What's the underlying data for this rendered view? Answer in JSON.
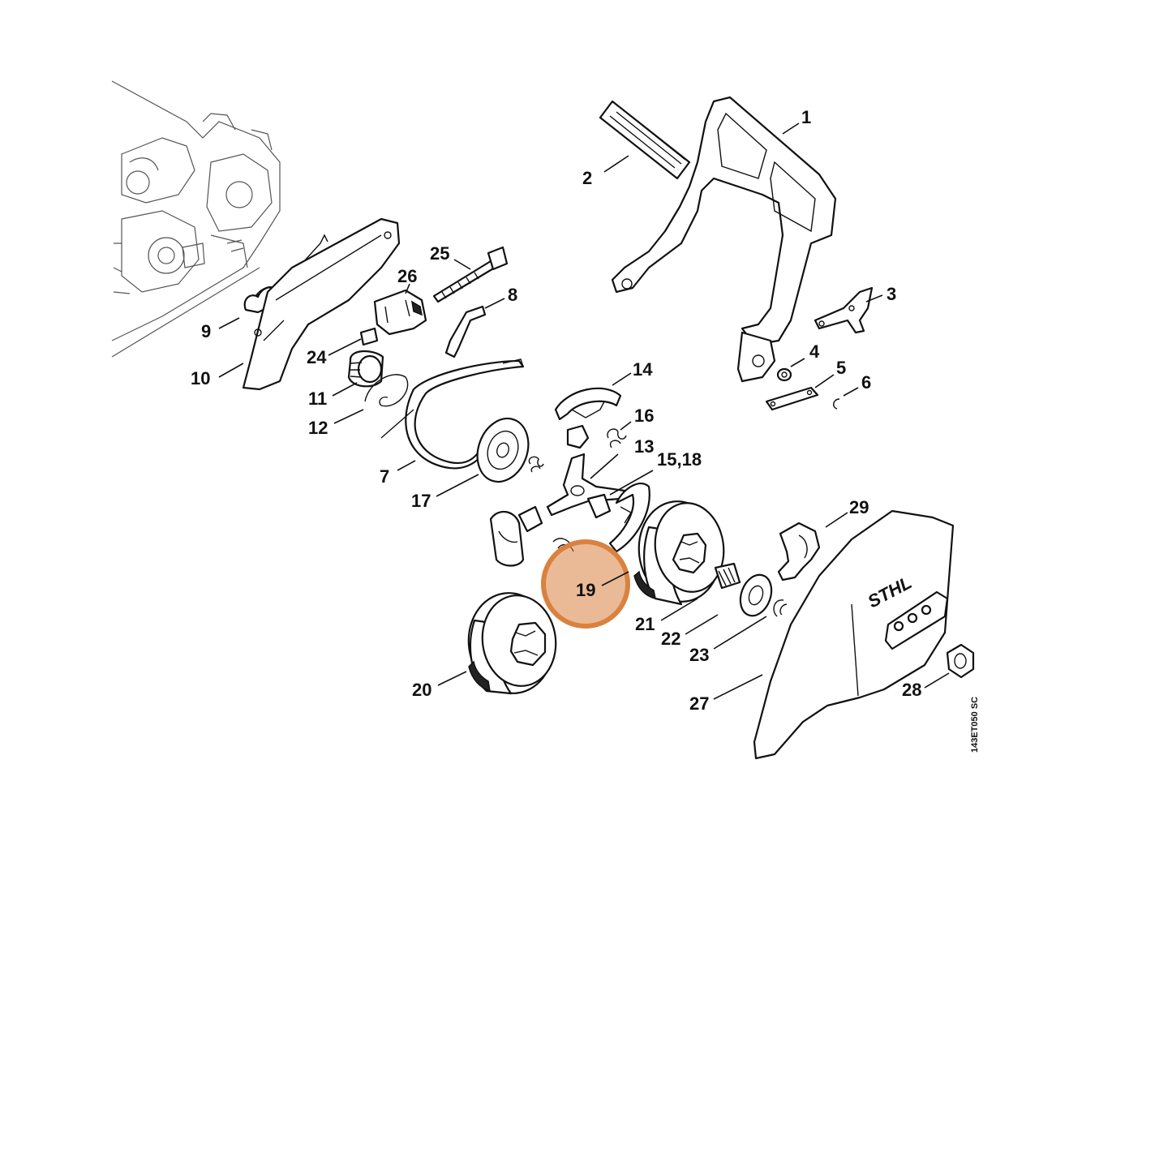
{
  "diagram": {
    "document_code": "143ET050 SC",
    "brand": "STHL",
    "highlight": {
      "label": "19",
      "color": "#d9823f"
    },
    "callouts": [
      {
        "id": "1",
        "label": "1"
      },
      {
        "id": "2",
        "label": "2"
      },
      {
        "id": "3",
        "label": "3"
      },
      {
        "id": "4",
        "label": "4"
      },
      {
        "id": "5",
        "label": "5"
      },
      {
        "id": "6",
        "label": "6"
      },
      {
        "id": "7",
        "label": "7"
      },
      {
        "id": "8",
        "label": "8"
      },
      {
        "id": "9",
        "label": "9"
      },
      {
        "id": "10",
        "label": "10"
      },
      {
        "id": "11",
        "label": "11"
      },
      {
        "id": "12",
        "label": "12"
      },
      {
        "id": "13",
        "label": "13"
      },
      {
        "id": "14",
        "label": "14"
      },
      {
        "id": "15-18",
        "label": "15,18"
      },
      {
        "id": "16",
        "label": "16"
      },
      {
        "id": "17",
        "label": "17"
      },
      {
        "id": "19",
        "label": "19"
      },
      {
        "id": "20",
        "label": "20"
      },
      {
        "id": "21",
        "label": "21"
      },
      {
        "id": "22",
        "label": "22"
      },
      {
        "id": "23",
        "label": "23"
      },
      {
        "id": "24",
        "label": "24"
      },
      {
        "id": "25",
        "label": "25"
      },
      {
        "id": "26",
        "label": "26"
      },
      {
        "id": "27",
        "label": "27"
      },
      {
        "id": "28",
        "label": "28"
      },
      {
        "id": "29",
        "label": "29"
      }
    ]
  }
}
